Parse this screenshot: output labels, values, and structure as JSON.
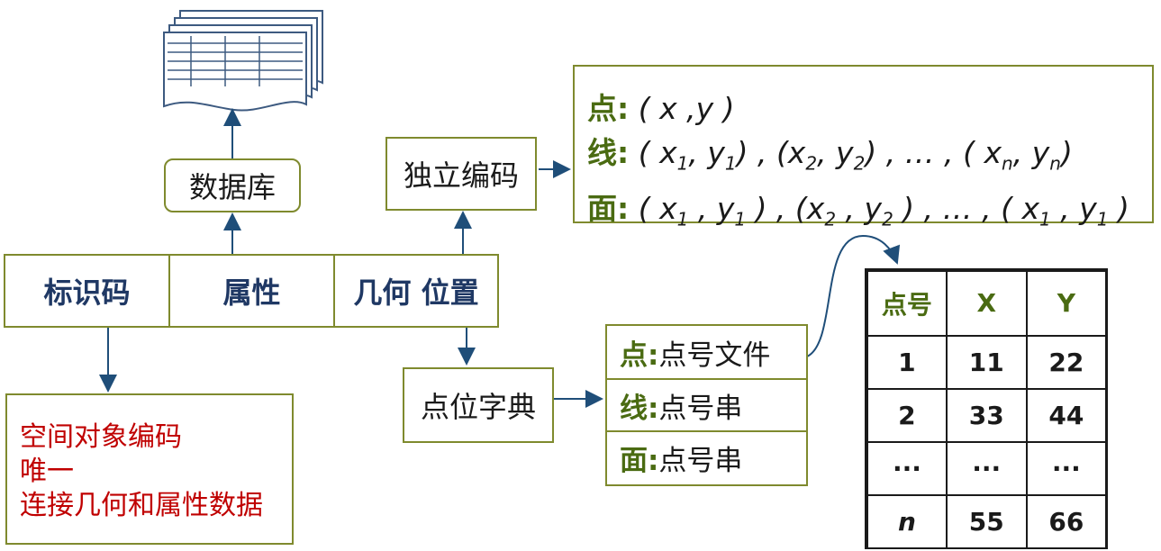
{
  "record": {
    "id_code": "标识码",
    "attribute": "属性",
    "geometry": "几何 位置"
  },
  "database": "数据库",
  "independent_coding": "独立编码",
  "coordinates": {
    "point_label": "点:",
    "point_expr": "( x ,y )",
    "line_label": "线:",
    "line_expr": {
      "p1": "( x",
      "s1": "1",
      "p2": ", y",
      "s2": "1",
      "p3": ") , (x",
      "s3": "2",
      "p4": ", y",
      "s4": "2",
      "p5": ") , … , ( x",
      "s5": "n",
      "p6": ", y",
      "s6": "n",
      "p7": ")"
    },
    "area_label": "面:",
    "area_expr": {
      "p1": "( x",
      "s1": "1",
      "p2": " , y",
      "s2": "1",
      "p3": " ) , (x",
      "s3": "2",
      "p4": " , y",
      "s4": "2",
      "p5": " ) , … , ( x",
      "s5": "1",
      "p6": " , y",
      "s6": "1",
      "p7": " )"
    }
  },
  "id_notes": [
    "空间对象编码",
    "唯一",
    "连接几何和属性数据"
  ],
  "point_dictionary": "点位字典",
  "point_list": [
    {
      "label": "点:",
      "text": " 点号文件"
    },
    {
      "label": "线:",
      "text": " 点号串"
    },
    {
      "label": "面:",
      "text": " 点号串"
    }
  ],
  "table": {
    "headers": [
      "点号",
      "X",
      "Y"
    ],
    "rows": [
      [
        "1",
        "11",
        "22"
      ],
      [
        "2",
        "33",
        "44"
      ],
      [
        "···",
        "···",
        "···"
      ],
      [
        "n",
        "55",
        "66"
      ]
    ]
  },
  "colors": {
    "border": "#7f8a2e",
    "label_green": "#4a6b12",
    "navy": "#1f3864",
    "red": "#c00000",
    "arrow": "#1f4e79"
  }
}
